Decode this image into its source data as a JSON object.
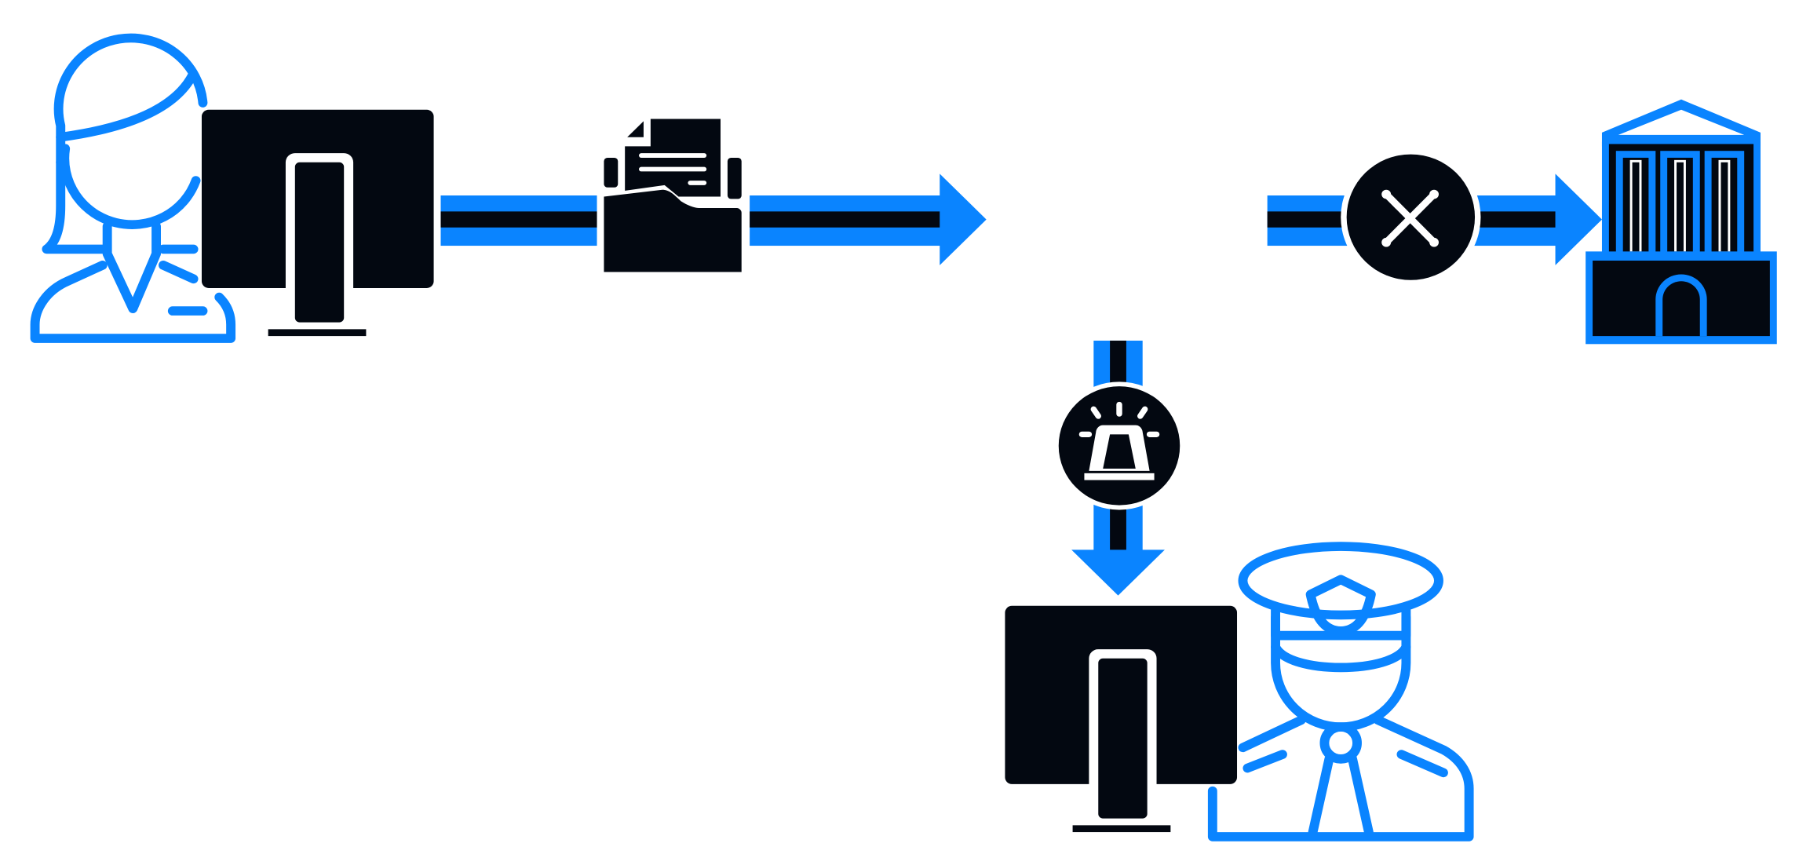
{
  "colors": {
    "accent": "#0A84FF",
    "dark": "#030811",
    "background": "#FFFFFF"
  },
  "diagram": {
    "nodes": [
      {
        "id": "user",
        "icon": "user-woman-icon"
      },
      {
        "id": "user-computer",
        "icon": "computer-monitor-icon"
      },
      {
        "id": "documents",
        "icon": "document-folder-icon"
      },
      {
        "id": "bank",
        "icon": "bank-building-icon"
      },
      {
        "id": "police-computer",
        "icon": "computer-monitor-icon"
      },
      {
        "id": "police-officer",
        "icon": "police-officer-icon"
      }
    ],
    "edges": [
      {
        "from": "user-computer",
        "to": "bank",
        "via": "documents",
        "blocked_by": "x-circle-icon"
      },
      {
        "from": "documents",
        "to": "police-computer",
        "alert": "siren-icon"
      }
    ]
  }
}
